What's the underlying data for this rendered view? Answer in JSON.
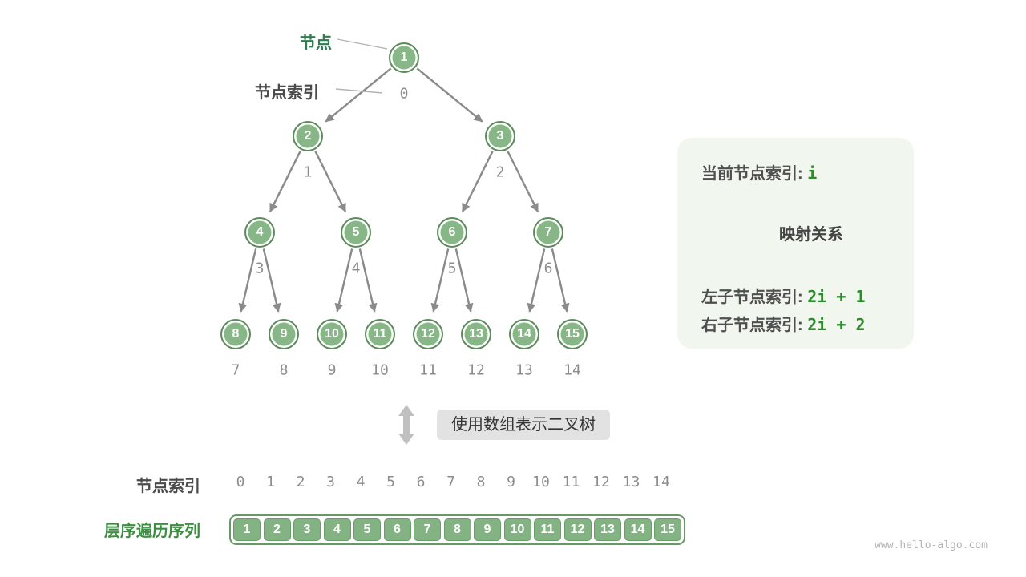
{
  "colors": {
    "node_fill": "#87b687",
    "node_border": "#5c8c5c",
    "accent_green": "#2e8b2e",
    "label_green": "#2e7d4f",
    "index_gray": "#8c8c8c",
    "arrow_gray": "#8a8a8a",
    "panel_bg": "#f1f6ee",
    "caption_box_bg": "#e2e2e2"
  },
  "tree": {
    "node_pointer_label": "节点",
    "index_pointer_label": "节点索引",
    "nodes": [
      {
        "value": "1",
        "index": "0"
      },
      {
        "value": "2",
        "index": "1"
      },
      {
        "value": "3",
        "index": "2"
      },
      {
        "value": "4",
        "index": "3"
      },
      {
        "value": "5",
        "index": "4"
      },
      {
        "value": "6",
        "index": "5"
      },
      {
        "value": "7",
        "index": "6"
      },
      {
        "value": "8",
        "index": "7"
      },
      {
        "value": "9",
        "index": "8"
      },
      {
        "value": "10",
        "index": "9"
      },
      {
        "value": "11",
        "index": "10"
      },
      {
        "value": "12",
        "index": "11"
      },
      {
        "value": "13",
        "index": "12"
      },
      {
        "value": "14",
        "index": "13"
      },
      {
        "value": "15",
        "index": "14"
      }
    ]
  },
  "panel": {
    "current_label": "当前节点索引:",
    "current_value": "i",
    "mapping_label": "映射关系",
    "left_label": "左子节点索引:",
    "left_value": "2i + 1",
    "right_label": "右子节点索引:",
    "right_value": "2i + 2"
  },
  "middle": {
    "caption": "使用数组表示二叉树"
  },
  "bottom": {
    "index_row_label": "节点索引",
    "values_row_label": "层序遍历序列",
    "indices": [
      "0",
      "1",
      "2",
      "3",
      "4",
      "5",
      "6",
      "7",
      "8",
      "9",
      "10",
      "11",
      "12",
      "13",
      "14"
    ],
    "values": [
      "1",
      "2",
      "3",
      "4",
      "5",
      "6",
      "7",
      "8",
      "9",
      "10",
      "11",
      "12",
      "13",
      "14",
      "15"
    ]
  },
  "watermark": "www.hello-algo.com"
}
